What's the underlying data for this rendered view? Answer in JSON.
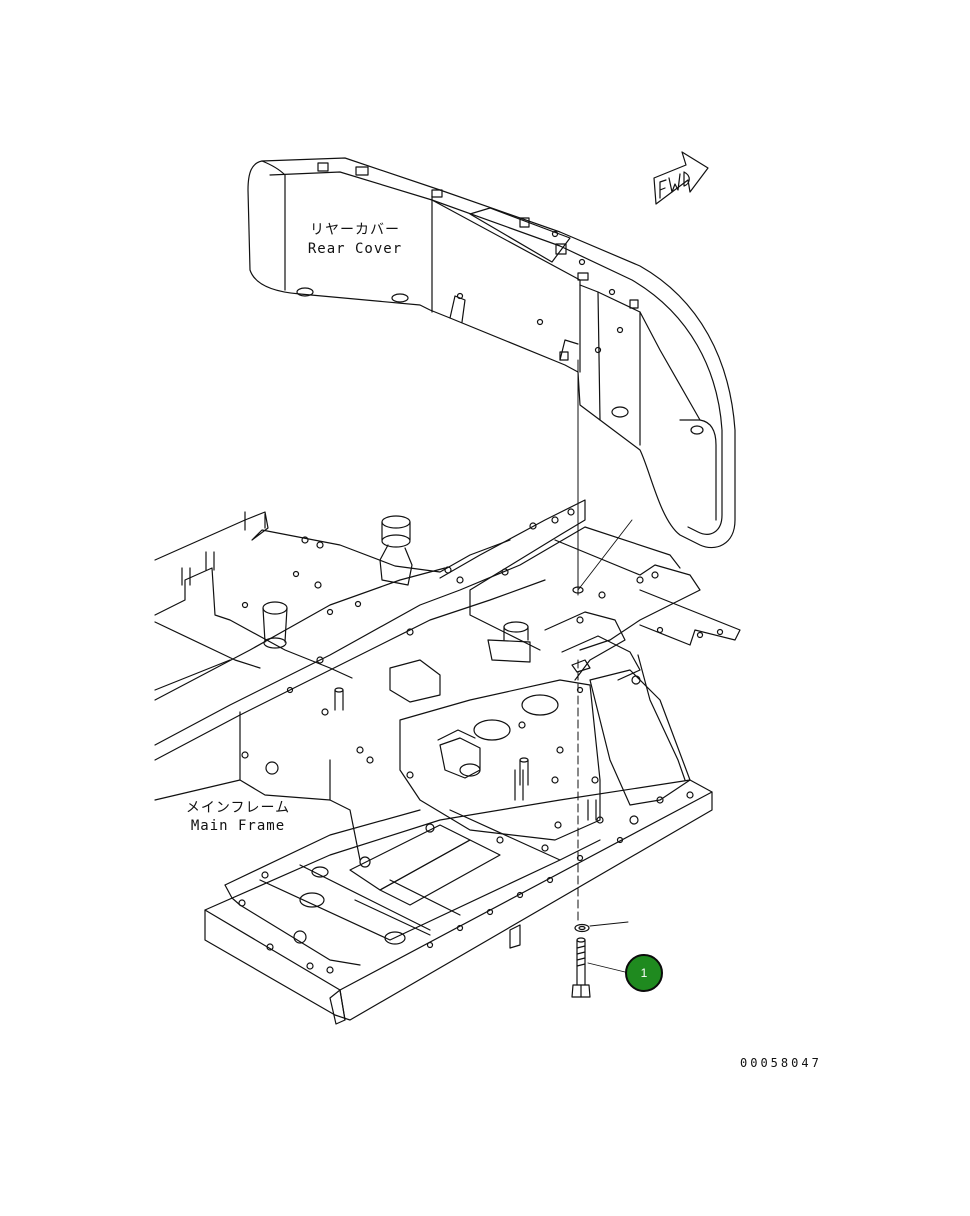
{
  "labels": {
    "rear_cover_jp": "リヤーカバー",
    "rear_cover_en": "Rear Cover",
    "main_frame_jp": "メインフレーム",
    "main_frame_en": "Main Frame",
    "fwd_arrow": "FWD",
    "drawing_code": "00058047"
  },
  "callouts": [
    {
      "number": "1",
      "color": "#1f8a1f"
    }
  ],
  "colors": {
    "line": "#111111",
    "background": "#ffffff",
    "callout_fill": "#1f8a1f"
  }
}
